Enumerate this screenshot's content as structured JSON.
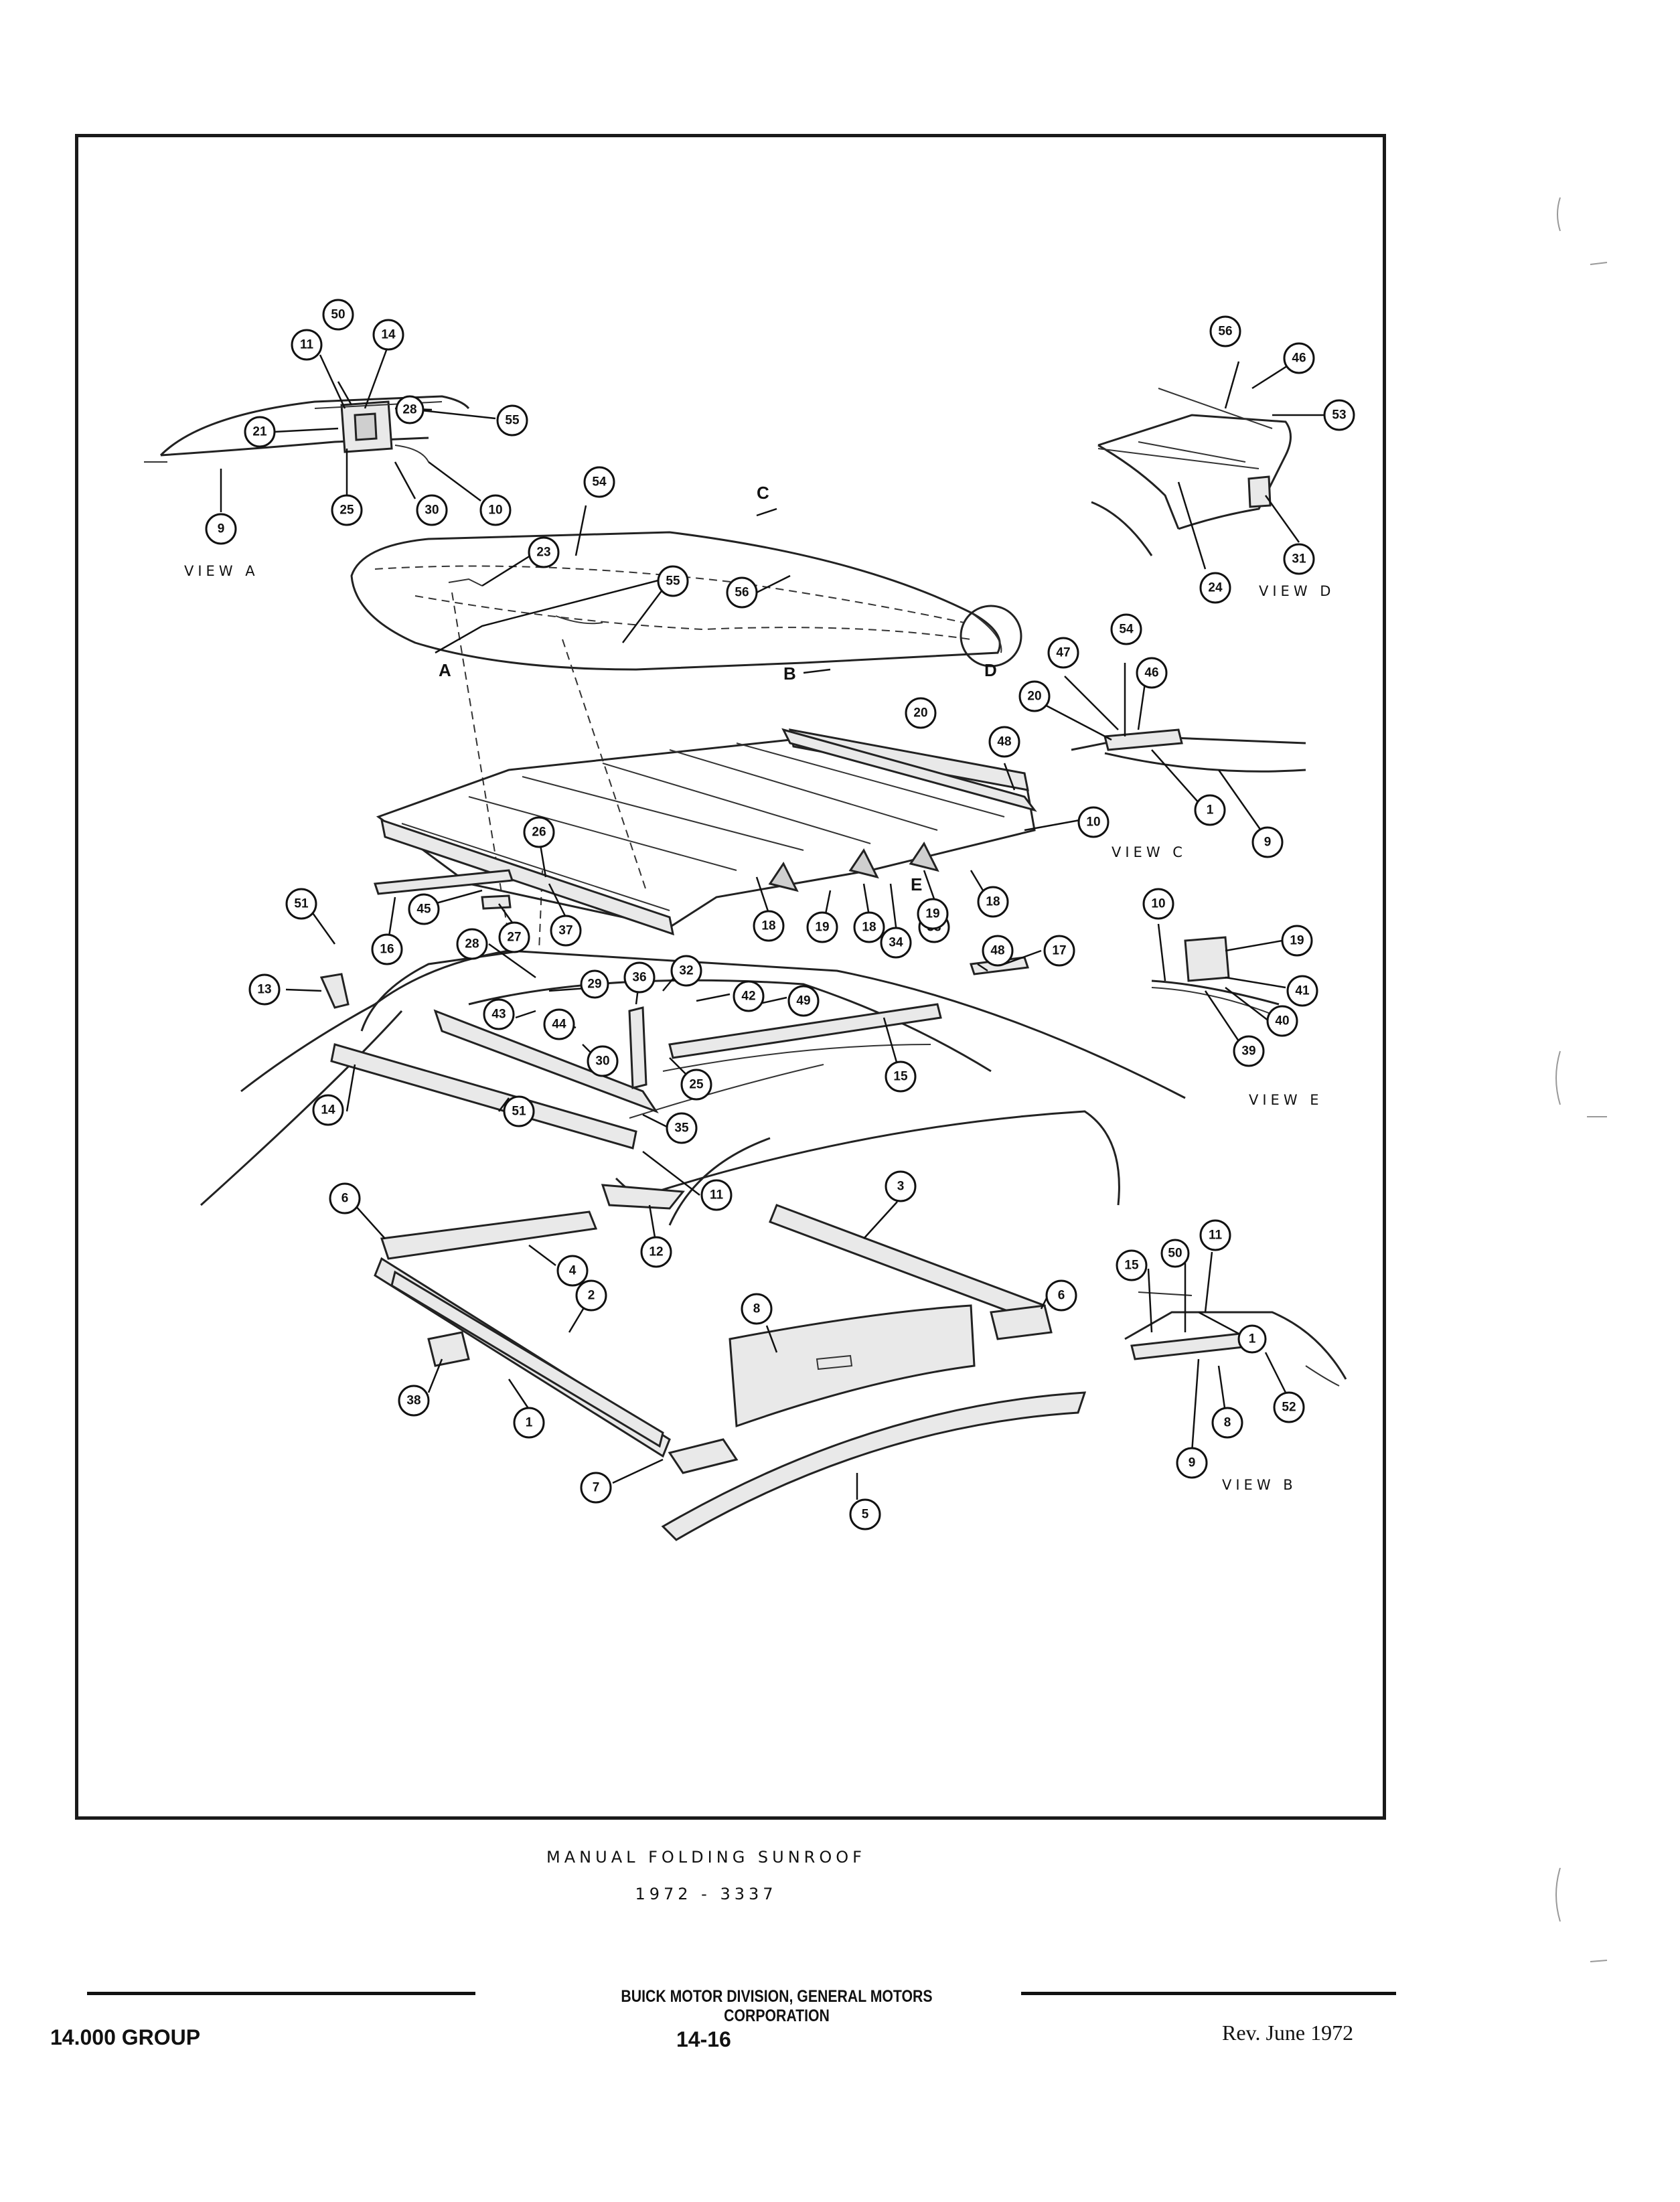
{
  "figure": {
    "title": "MANUAL FOLDING SUNROOF",
    "subtitle": "1972 - 3337"
  },
  "views": {
    "a": "VIEW A",
    "b": "VIEW B",
    "c": "VIEW C",
    "d": "VIEW D",
    "e": "VIEW E"
  },
  "section_letters": {
    "a": "A",
    "b": "B",
    "c": "C",
    "d": "D",
    "e": "E"
  },
  "callouts": [
    "50",
    "11",
    "14",
    "28",
    "21",
    "55",
    "25",
    "30",
    "10",
    "9",
    "54",
    "23",
    "55",
    "56",
    "56",
    "46",
    "53",
    "24",
    "31",
    "54",
    "47",
    "46",
    "20",
    "20",
    "48",
    "10",
    "1",
    "9",
    "26",
    "45",
    "27",
    "16",
    "37",
    "18",
    "19",
    "18",
    "34",
    "33",
    "19",
    "18",
    "51",
    "13",
    "28",
    "29",
    "36",
    "32",
    "42",
    "49",
    "43",
    "44",
    "30",
    "25",
    "15",
    "48",
    "17",
    "10",
    "19",
    "41",
    "40",
    "39",
    "14",
    "51",
    "35",
    "11",
    "12",
    "6",
    "4",
    "2",
    "3",
    "38",
    "1",
    "8",
    "7",
    "5",
    "6",
    "15",
    "50",
    "11",
    "1",
    "9",
    "8",
    "52"
  ],
  "footer": {
    "publisher": "BUICK MOTOR DIVISION, GENERAL MOTORS CORPORATION",
    "group": "14.000 GROUP",
    "page": "14-16",
    "revision": "Rev. June 1972"
  }
}
